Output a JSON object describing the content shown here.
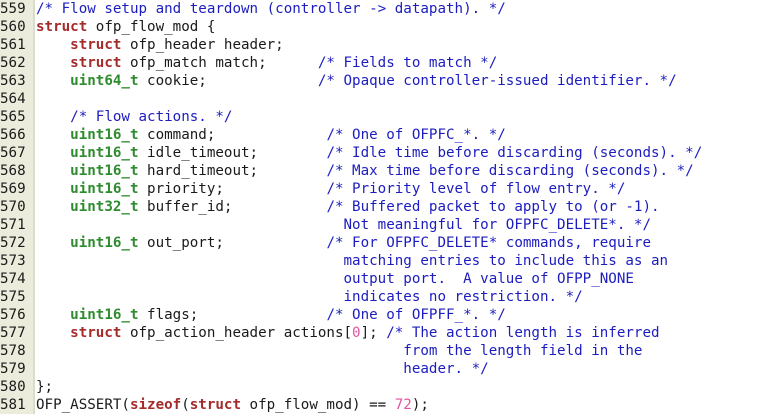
{
  "lines": [
    {
      "num": "559",
      "segs": [
        {
          "t": "cm",
          "s": "/* Flow setup and teardown (controller -> datapath). */"
        }
      ]
    },
    {
      "num": "560",
      "segs": [
        {
          "t": "kw",
          "s": "struct"
        },
        {
          "t": "pl",
          "s": " ofp_flow_mod {"
        }
      ]
    },
    {
      "num": "561",
      "segs": [
        {
          "t": "pl",
          "s": "    "
        },
        {
          "t": "kw",
          "s": "struct"
        },
        {
          "t": "pl",
          "s": " ofp_header header;"
        }
      ]
    },
    {
      "num": "562",
      "segs": [
        {
          "t": "pl",
          "s": "    "
        },
        {
          "t": "kw",
          "s": "struct"
        },
        {
          "t": "pl",
          "s": " ofp_match match;      "
        },
        {
          "t": "cm",
          "s": "/* Fields to match */"
        }
      ]
    },
    {
      "num": "563",
      "segs": [
        {
          "t": "pl",
          "s": "    "
        },
        {
          "t": "ty",
          "s": "uint64_t"
        },
        {
          "t": "pl",
          "s": " cookie;             "
        },
        {
          "t": "cm",
          "s": "/* Opaque controller-issued identifier. */"
        }
      ]
    },
    {
      "num": "564",
      "segs": []
    },
    {
      "num": "565",
      "segs": [
        {
          "t": "pl",
          "s": "    "
        },
        {
          "t": "cm",
          "s": "/* Flow actions. */"
        }
      ]
    },
    {
      "num": "566",
      "segs": [
        {
          "t": "pl",
          "s": "    "
        },
        {
          "t": "ty",
          "s": "uint16_t"
        },
        {
          "t": "pl",
          "s": " command;             "
        },
        {
          "t": "cm",
          "s": "/* One of OFPFC_*. */"
        }
      ]
    },
    {
      "num": "567",
      "segs": [
        {
          "t": "pl",
          "s": "    "
        },
        {
          "t": "ty",
          "s": "uint16_t"
        },
        {
          "t": "pl",
          "s": " idle_timeout;        "
        },
        {
          "t": "cm",
          "s": "/* Idle time before discarding (seconds). */"
        }
      ]
    },
    {
      "num": "568",
      "segs": [
        {
          "t": "pl",
          "s": "    "
        },
        {
          "t": "ty",
          "s": "uint16_t"
        },
        {
          "t": "pl",
          "s": " hard_timeout;        "
        },
        {
          "t": "cm",
          "s": "/* Max time before discarding (seconds). */"
        }
      ]
    },
    {
      "num": "569",
      "segs": [
        {
          "t": "pl",
          "s": "    "
        },
        {
          "t": "ty",
          "s": "uint16_t"
        },
        {
          "t": "pl",
          "s": " priority;            "
        },
        {
          "t": "cm",
          "s": "/* Priority level of flow entry. */"
        }
      ]
    },
    {
      "num": "570",
      "segs": [
        {
          "t": "pl",
          "s": "    "
        },
        {
          "t": "ty",
          "s": "uint32_t"
        },
        {
          "t": "pl",
          "s": " buffer_id;           "
        },
        {
          "t": "cm",
          "s": "/* Buffered packet to apply to (or -1)."
        }
      ]
    },
    {
      "num": "571",
      "segs": [
        {
          "t": "cm",
          "s": "                                    Not meaningful for OFPFC_DELETE*. */"
        }
      ]
    },
    {
      "num": "572",
      "segs": [
        {
          "t": "pl",
          "s": "    "
        },
        {
          "t": "ty",
          "s": "uint16_t"
        },
        {
          "t": "pl",
          "s": " out_port;            "
        },
        {
          "t": "cm",
          "s": "/* For OFPFC_DELETE* commands, require"
        }
      ]
    },
    {
      "num": "573",
      "segs": [
        {
          "t": "cm",
          "s": "                                    matching entries to include this as an"
        }
      ]
    },
    {
      "num": "574",
      "segs": [
        {
          "t": "cm",
          "s": "                                    output port.  A value of OFPP_NONE"
        }
      ]
    },
    {
      "num": "575",
      "segs": [
        {
          "t": "cm",
          "s": "                                    indicates no restriction. */"
        }
      ]
    },
    {
      "num": "576",
      "segs": [
        {
          "t": "pl",
          "s": "    "
        },
        {
          "t": "ty",
          "s": "uint16_t"
        },
        {
          "t": "pl",
          "s": " flags;               "
        },
        {
          "t": "cm",
          "s": "/* One of OFPFF_*. */"
        }
      ]
    },
    {
      "num": "577",
      "segs": [
        {
          "t": "pl",
          "s": "    "
        },
        {
          "t": "kw",
          "s": "struct"
        },
        {
          "t": "pl",
          "s": " ofp_action_header actions["
        },
        {
          "t": "num",
          "s": "0"
        },
        {
          "t": "pl",
          "s": "]; "
        },
        {
          "t": "cm",
          "s": "/* The action length is inferred"
        }
      ]
    },
    {
      "num": "578",
      "segs": [
        {
          "t": "cm",
          "s": "                                           from the length field in the"
        }
      ]
    },
    {
      "num": "579",
      "segs": [
        {
          "t": "cm",
          "s": "                                           header. */"
        }
      ]
    },
    {
      "num": "580",
      "segs": [
        {
          "t": "pl",
          "s": "};"
        }
      ]
    },
    {
      "num": "581",
      "segs": [
        {
          "t": "pl",
          "s": "OFP_ASSERT("
        },
        {
          "t": "kw",
          "s": "sizeof"
        },
        {
          "t": "pl",
          "s": "("
        },
        {
          "t": "kw",
          "s": "struct"
        },
        {
          "t": "pl",
          "s": " ofp_flow_mod) == "
        },
        {
          "t": "num",
          "s": "72"
        },
        {
          "t": "pl",
          "s": ");"
        }
      ]
    }
  ]
}
